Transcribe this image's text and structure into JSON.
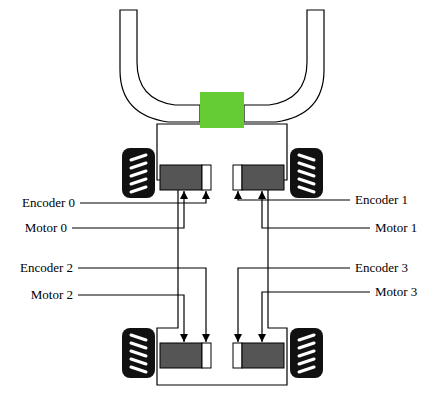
{
  "diagram": {
    "labels": [
      "Encoder 0",
      "Encoder 1",
      "Motor 0",
      "Motor 1",
      "Encoder 2",
      "Encoder 3",
      "Motor 2",
      "Motor 3"
    ]
  }
}
